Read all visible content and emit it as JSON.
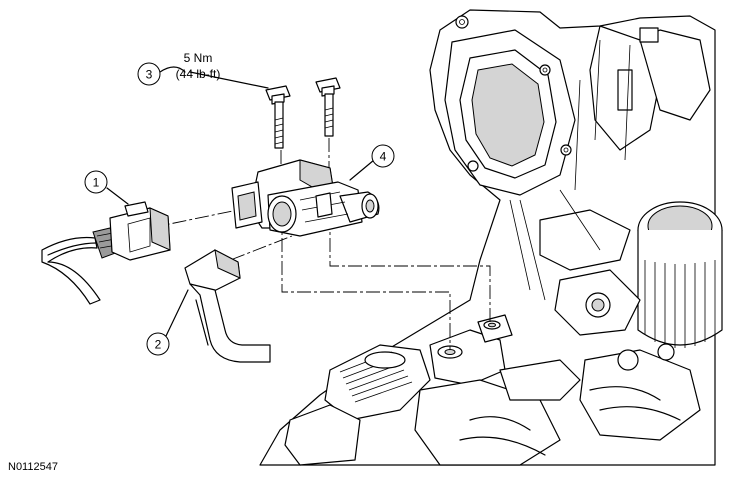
{
  "callouts": [
    {
      "id": "1",
      "label": "1"
    },
    {
      "id": "2",
      "label": "2"
    },
    {
      "id": "3",
      "label": "3"
    },
    {
      "id": "4",
      "label": "4"
    }
  ],
  "torque": {
    "metric": "5 Nm",
    "imperial": "(44 lb-ft)"
  },
  "document_id": "N0112547"
}
